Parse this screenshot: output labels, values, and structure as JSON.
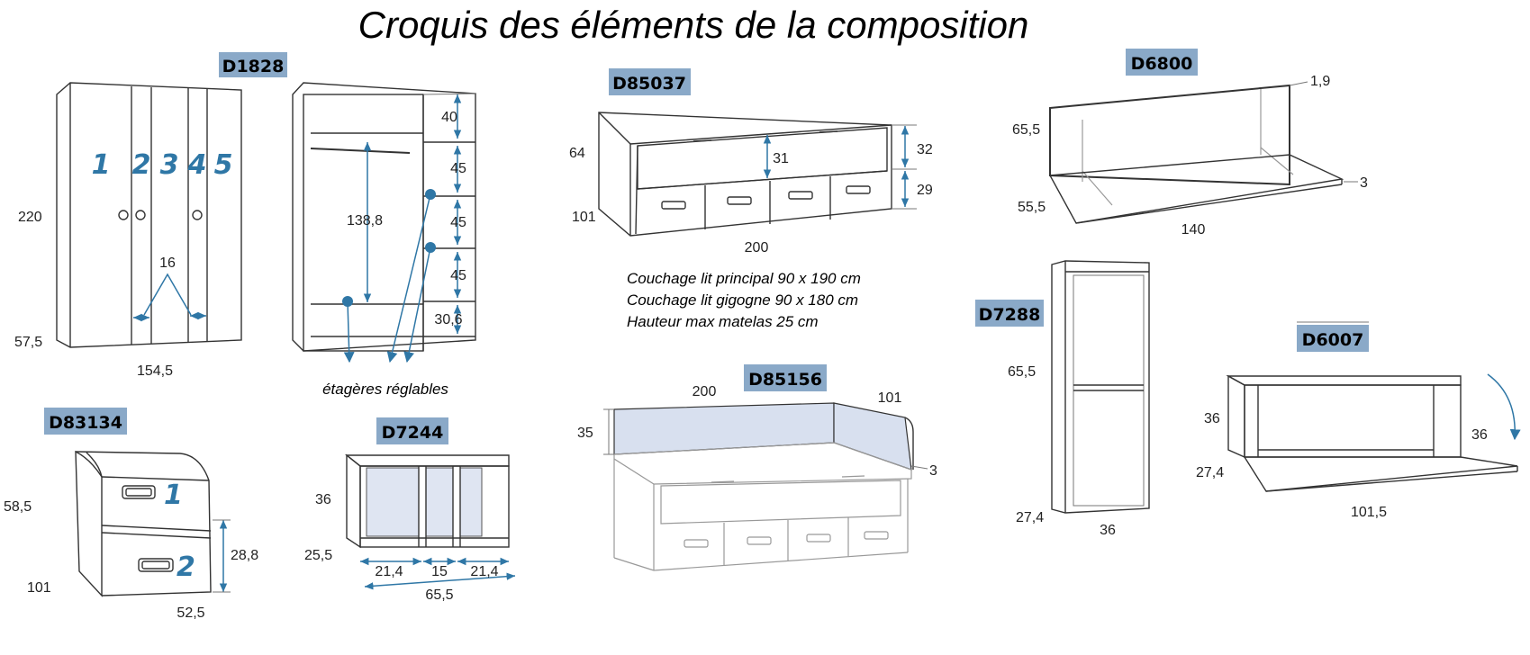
{
  "title": "Croquis des éléments de la composition",
  "colors": {
    "accent": "#2f77a6",
    "code_badge": "#8aa9c8",
    "panel": "#dfe5f2"
  },
  "items": {
    "d1828": {
      "code": "D1828",
      "height": "220",
      "depth": "57,5",
      "width": "154,5",
      "door_gap": "16",
      "door_numbers": [
        "1",
        "2",
        "3",
        "4",
        "5"
      ],
      "interior": {
        "top": "40",
        "hang": "138,8",
        "shelf1": "45",
        "shelf2": "45",
        "shelf3": "45",
        "bottom": "30,6"
      },
      "shelves_note": "étagères réglables"
    },
    "d85037": {
      "code": "D85037",
      "height": "64",
      "depth": "101",
      "width": "200",
      "inner": "31",
      "top_rail": "32",
      "bottom_rail": "29",
      "notes": [
        "Couchage lit principal 90 x 190 cm",
        "Couchage lit gigogne 90 x 180 cm",
        "Hauteur max matelas 25 cm"
      ]
    },
    "d6800": {
      "code": "D6800",
      "height": "65,5",
      "depth": "55,5",
      "width": "140",
      "back_thickness": "1,9",
      "top_thickness": "3"
    },
    "d85156": {
      "code": "D85156",
      "length": "200",
      "side": "101",
      "height": "35",
      "thickness": "3"
    },
    "d83134": {
      "code": "D83134",
      "height": "58,5",
      "depth": "101",
      "width": "52,5",
      "drawer_height": "28,8",
      "drawer_numbers": [
        "1",
        "2"
      ]
    },
    "d7244": {
      "code": "D7244",
      "height": "36",
      "depth": "25,5",
      "cell_left": "21,4",
      "cell_mid": "15",
      "cell_right": "21,4",
      "width": "65,5"
    },
    "d7288": {
      "code": "D7288",
      "height": "65,5",
      "depth": "27,4",
      "width": "36"
    },
    "d6007": {
      "code": "D6007",
      "height": "36",
      "depth": "27,4",
      "width": "101,5",
      "flap": "36"
    }
  }
}
